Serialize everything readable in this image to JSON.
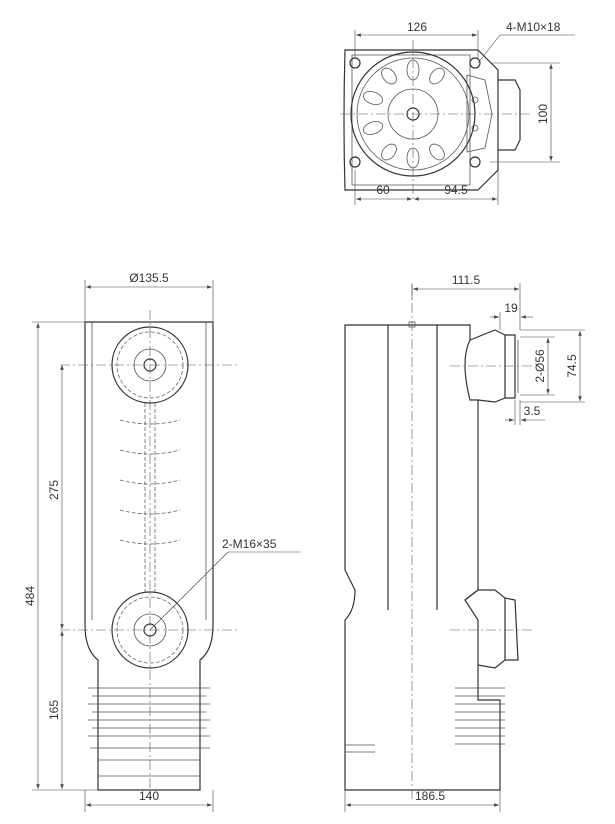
{
  "top_view": {
    "width_dim": "126",
    "bolt_note": "4-M10×18",
    "height_dim": "100",
    "left_offset_dim": "60",
    "right_offset_dim": "94.5"
  },
  "front_view": {
    "diameter_dim": "Ø135.5",
    "span_dim": "275",
    "total_height_dim": "484",
    "lower_dim": "165",
    "bolt_note": "2-M16×35",
    "base_width_dim": "140"
  },
  "side_view": {
    "top_offset_dim": "111.5",
    "flange_dim": "19",
    "bore_dim": "2-Ø56",
    "flange_height_dim": "74.5",
    "lip_dim": "3.5",
    "base_depth_dim": "186.5"
  }
}
